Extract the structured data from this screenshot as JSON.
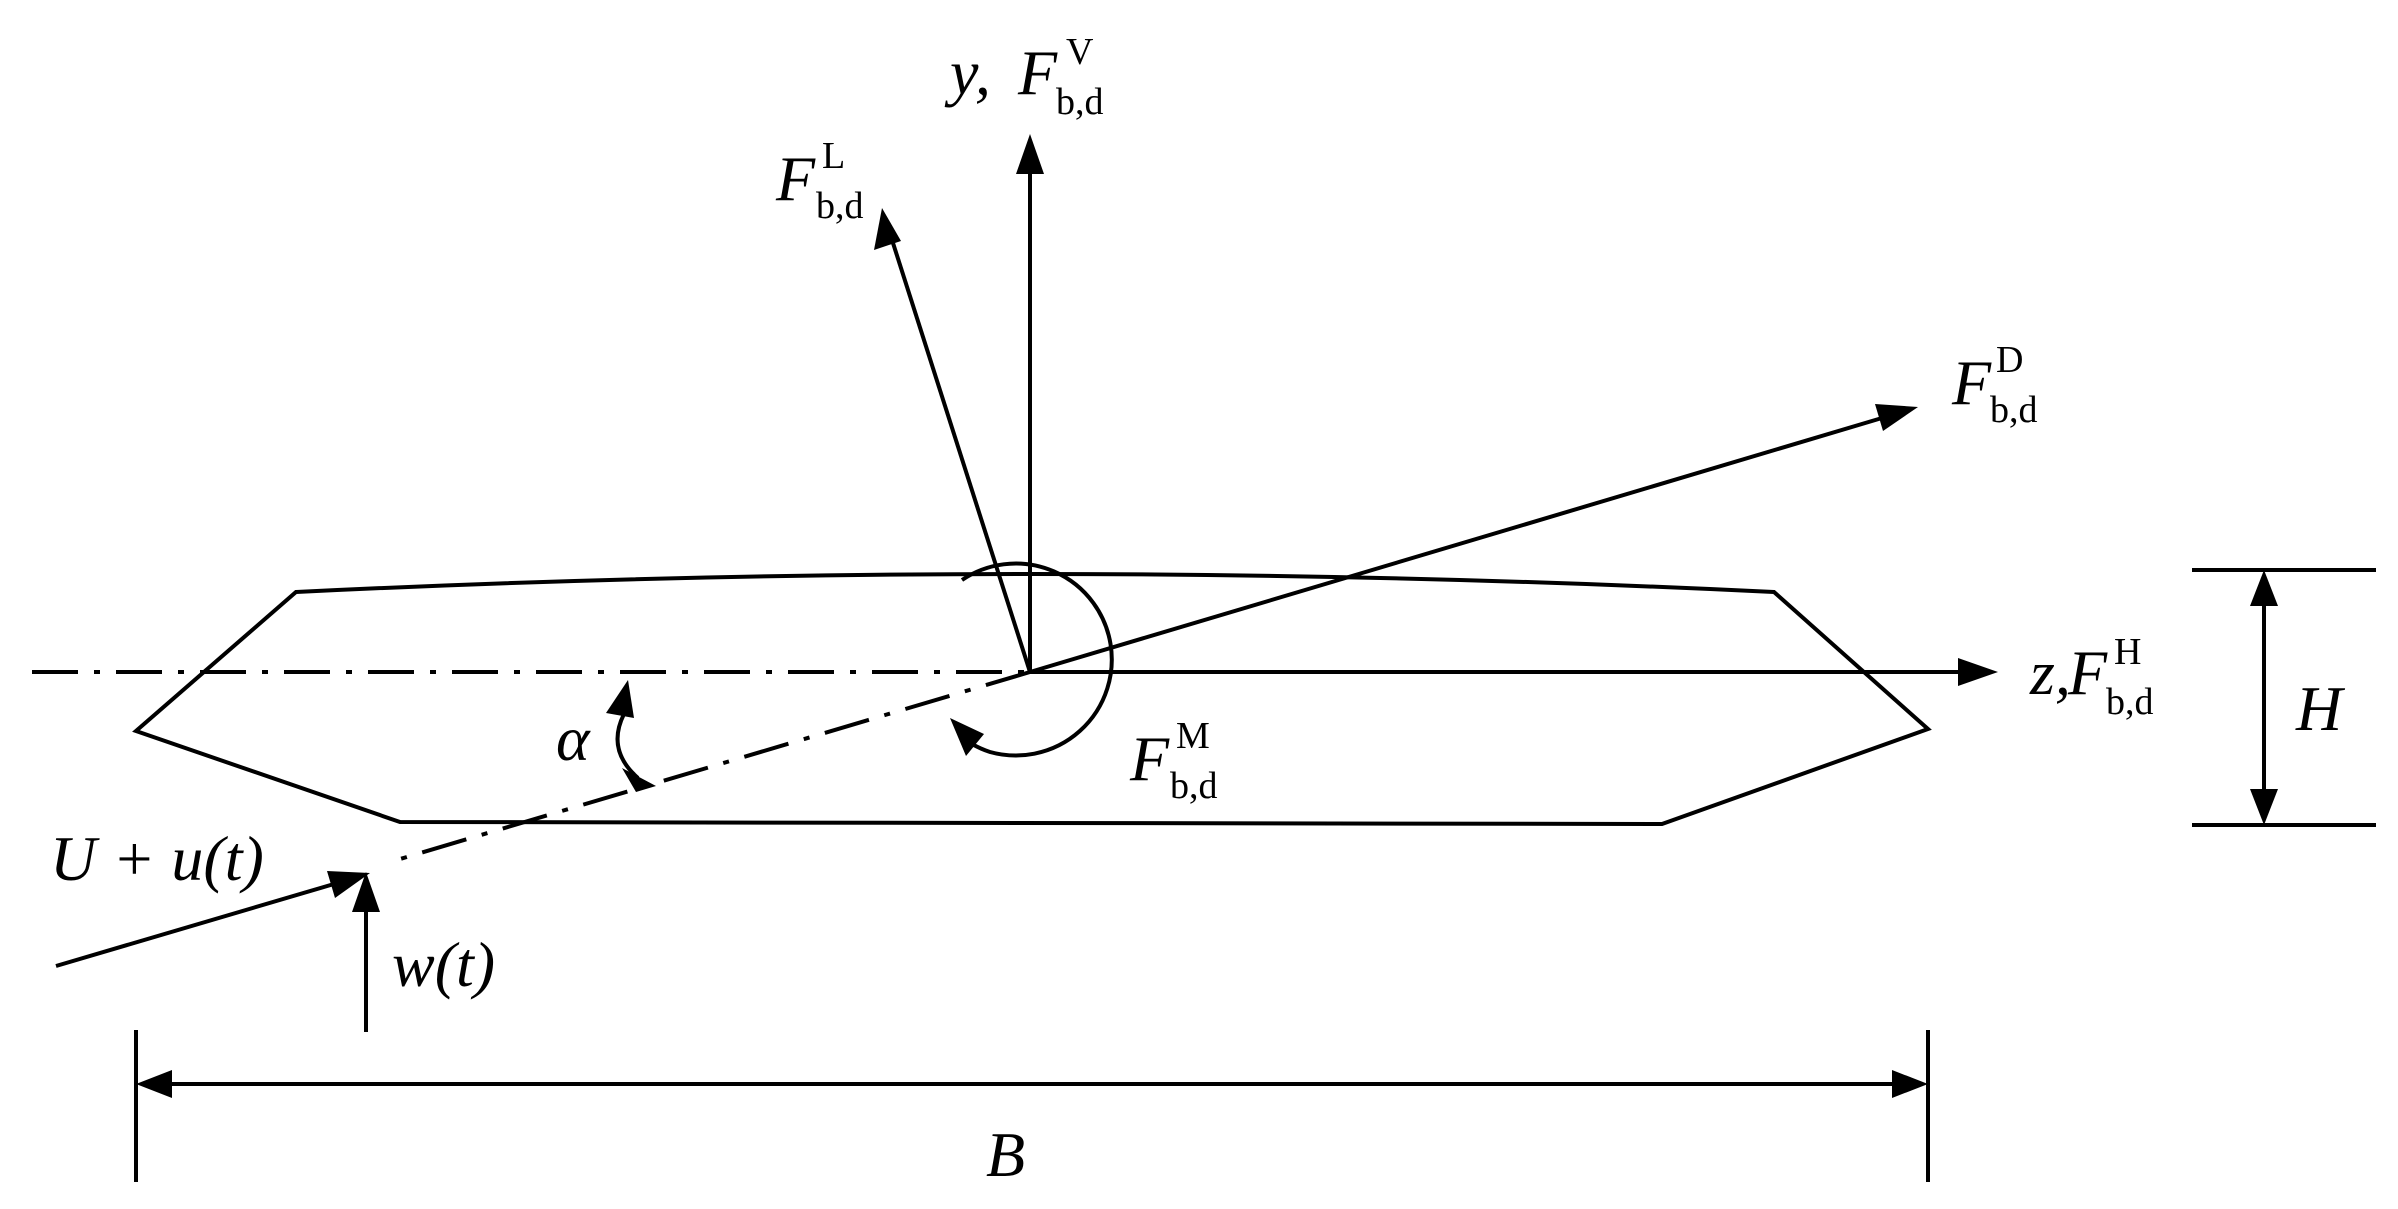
{
  "labels": {
    "y_axis": {
      "sym": "y, ",
      "F": "F",
      "sub": "b,d",
      "sup": "V"
    },
    "lift": {
      "F": "F",
      "sub": "b,d",
      "sup": "L"
    },
    "drag": {
      "F": "F",
      "sub": "b,d",
      "sup": "D"
    },
    "z_axis": {
      "sym": "z, ",
      "F": "F",
      "sub": "b,d",
      "sup": "H"
    },
    "moment": {
      "F": "F",
      "sub": "b,d",
      "sup": "M"
    },
    "angle": "α",
    "wind_horizontal": "U + u(t)",
    "wind_vertical": "w(t)",
    "width": "B",
    "height": "H"
  }
}
